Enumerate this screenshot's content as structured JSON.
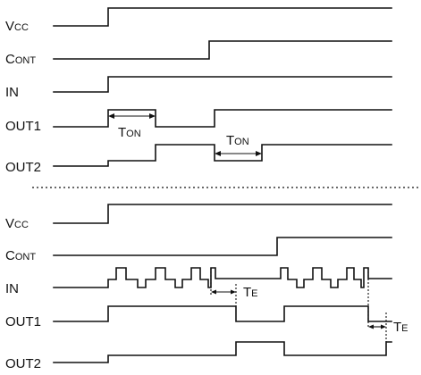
{
  "panel_top": {
    "labels": {
      "vcc": {
        "main": "V",
        "sub": "CC"
      },
      "cont": {
        "main": "C",
        "sub": "ONT"
      },
      "in": "IN",
      "out1": "OUT1",
      "out2": "OUT2"
    },
    "ton_1": {
      "main": "T",
      "sub": "ON"
    },
    "ton_2": {
      "main": "T",
      "sub": "ON"
    }
  },
  "panel_bottom": {
    "labels": {
      "vcc": {
        "main": "V",
        "sub": "CC"
      },
      "cont": {
        "main": "C",
        "sub": "ONT"
      },
      "in": "IN",
      "out1": "OUT1",
      "out2": "OUT2"
    },
    "te_1": {
      "main": "T",
      "sub": "E"
    },
    "te_2": {
      "main": "T",
      "sub": "E"
    }
  },
  "colors": {
    "ink": "#111111",
    "background": "#ffffff"
  }
}
